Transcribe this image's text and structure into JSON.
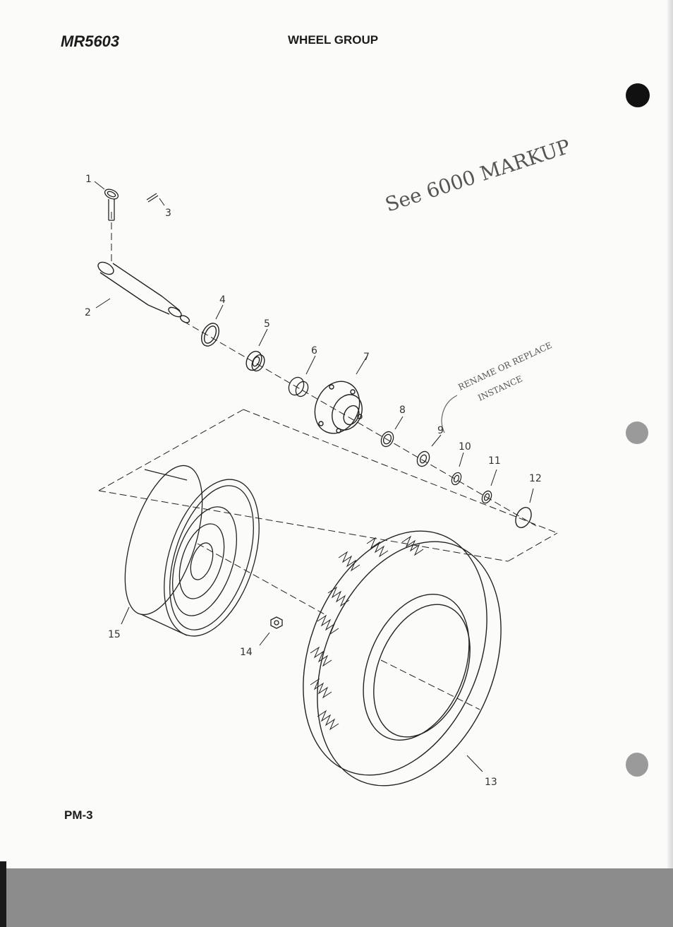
{
  "header": {
    "code": "MR5603",
    "title": "WHEEL GROUP"
  },
  "footer": {
    "page": "PM-3"
  },
  "callouts": [
    "1",
    "2",
    "3",
    "4",
    "5",
    "6",
    "7",
    "8",
    "9",
    "10",
    "11",
    "12",
    "13",
    "14",
    "15"
  ],
  "annotations": {
    "note_top": "See 6000 MARKUP",
    "note_right_line1": "RENAME OR REPLACE",
    "note_right_line2": "INSTANCE"
  },
  "colors": {
    "ink": "#1b1b1b",
    "paper": "#fbfbf9",
    "scanner": "#8c8c8c"
  }
}
